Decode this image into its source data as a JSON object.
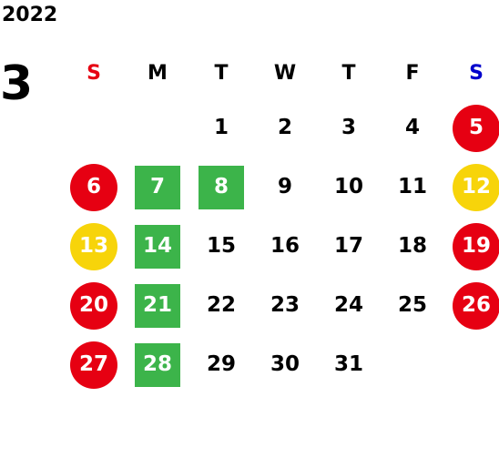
{
  "header": {
    "year": "2022",
    "month": "3"
  },
  "colors": {
    "sunday_label": "#e60012",
    "saturday_label": "#0000cc",
    "red_circle": "#e60012",
    "yellow_circle": "#f7d40a",
    "green_square": "#3cb44a"
  },
  "weekdays": [
    {
      "label": "S",
      "color": "#e60012"
    },
    {
      "label": "M",
      "color": "#000000"
    },
    {
      "label": "T",
      "color": "#000000"
    },
    {
      "label": "W",
      "color": "#000000"
    },
    {
      "label": "T",
      "color": "#000000"
    },
    {
      "label": "F",
      "color": "#000000"
    },
    {
      "label": "S",
      "color": "#0000cc"
    }
  ],
  "weeks": [
    [
      {
        "day": "",
        "style": "empty"
      },
      {
        "day": "",
        "style": "empty"
      },
      {
        "day": "1",
        "style": "plain"
      },
      {
        "day": "2",
        "style": "plain"
      },
      {
        "day": "3",
        "style": "plain"
      },
      {
        "day": "4",
        "style": "plain"
      },
      {
        "day": "5",
        "style": "red"
      }
    ],
    [
      {
        "day": "6",
        "style": "red"
      },
      {
        "day": "7",
        "style": "green"
      },
      {
        "day": "8",
        "style": "green"
      },
      {
        "day": "9",
        "style": "plain"
      },
      {
        "day": "10",
        "style": "plain"
      },
      {
        "day": "11",
        "style": "plain"
      },
      {
        "day": "12",
        "style": "yellow"
      }
    ],
    [
      {
        "day": "13",
        "style": "yellow"
      },
      {
        "day": "14",
        "style": "green"
      },
      {
        "day": "15",
        "style": "plain"
      },
      {
        "day": "16",
        "style": "plain"
      },
      {
        "day": "17",
        "style": "plain"
      },
      {
        "day": "18",
        "style": "plain"
      },
      {
        "day": "19",
        "style": "red"
      }
    ],
    [
      {
        "day": "20",
        "style": "red"
      },
      {
        "day": "21",
        "style": "green"
      },
      {
        "day": "22",
        "style": "plain"
      },
      {
        "day": "23",
        "style": "plain"
      },
      {
        "day": "24",
        "style": "plain"
      },
      {
        "day": "25",
        "style": "plain"
      },
      {
        "day": "26",
        "style": "red"
      }
    ],
    [
      {
        "day": "27",
        "style": "red"
      },
      {
        "day": "28",
        "style": "green"
      },
      {
        "day": "29",
        "style": "plain"
      },
      {
        "day": "30",
        "style": "plain"
      },
      {
        "day": "31",
        "style": "plain"
      },
      {
        "day": "",
        "style": "empty"
      },
      {
        "day": "",
        "style": "empty"
      }
    ]
  ]
}
